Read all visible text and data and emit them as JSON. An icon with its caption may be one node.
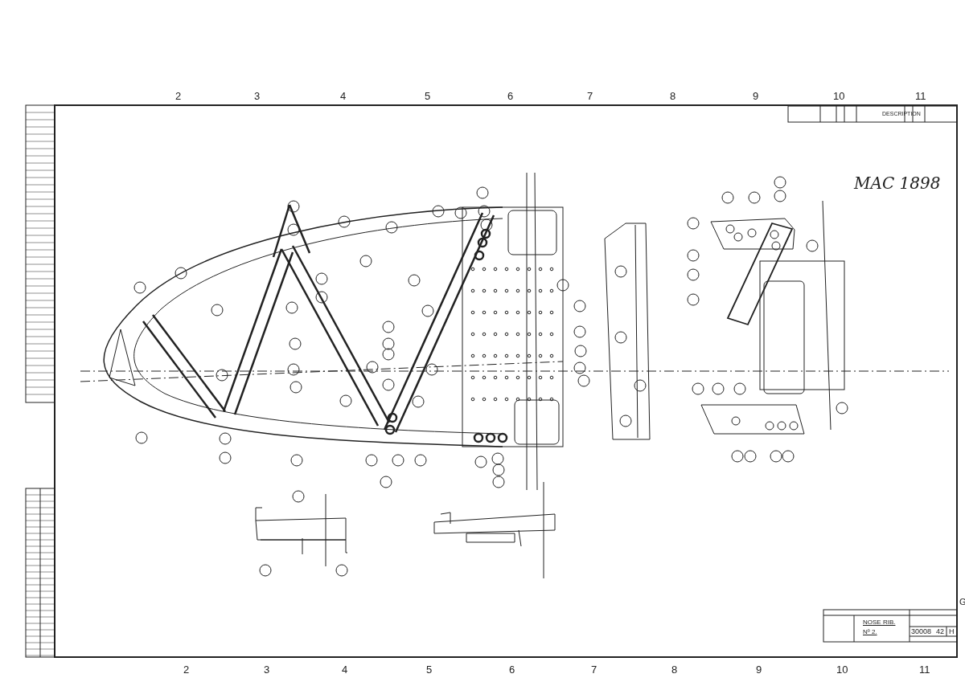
{
  "diagram": {
    "labels": [
      "2",
      "3",
      "4",
      "5",
      "6",
      "7",
      "8",
      "9",
      "10",
      "11",
      "DESCRIPTION",
      "MAC 1898",
      "NOSE RIB.",
      "Nº 2.",
      "30008",
      "42",
      "H",
      "G",
      "2",
      "3",
      "4",
      "5",
      "6",
      "7",
      "8",
      "9",
      "10",
      "11"
    ]
  }
}
